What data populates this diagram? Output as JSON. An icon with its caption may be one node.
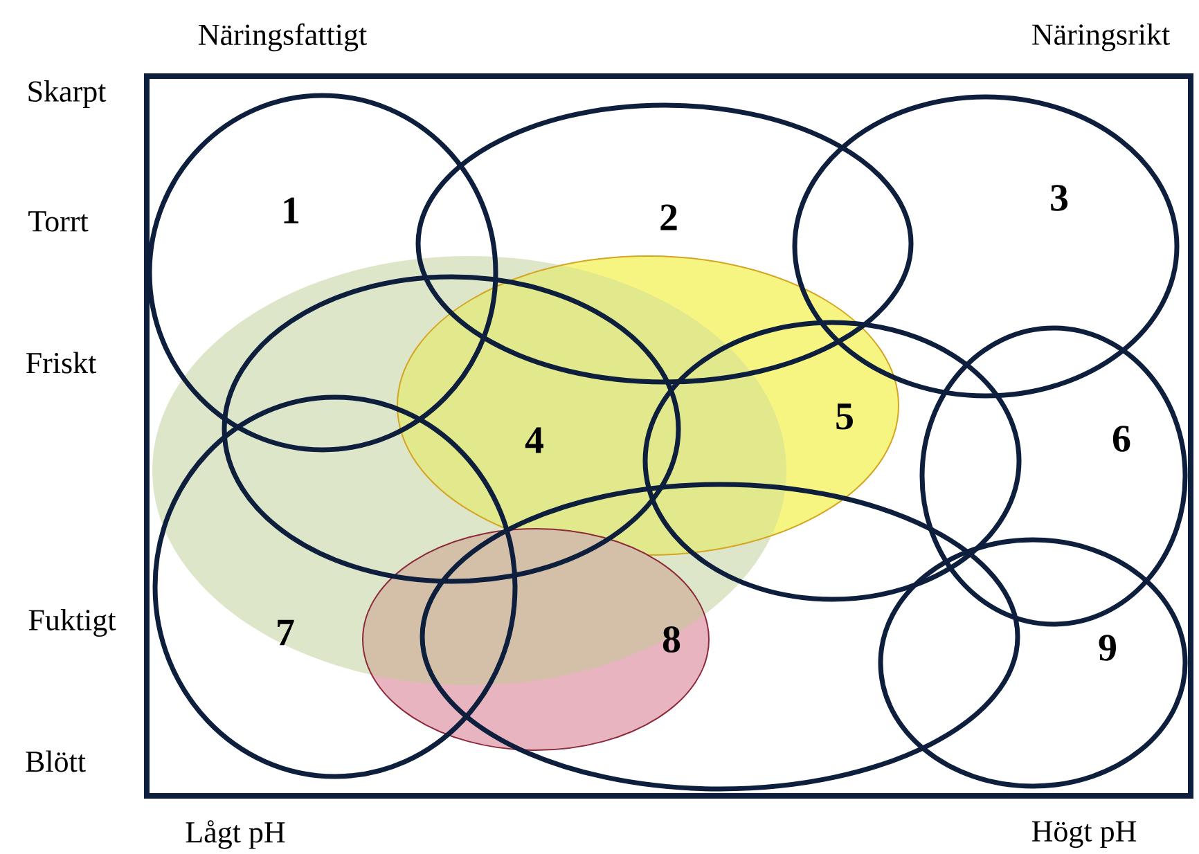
{
  "diagram": {
    "nodes": [
      {
        "text": [
          "1"
        ]
      },
      {
        "text": [
          "2"
        ]
      },
      {
        "text": [
          "3"
        ]
      },
      {
        "text": [
          "4"
        ]
      },
      {
        "text": [
          "5"
        ]
      },
      {
        "text": [
          "6"
        ]
      },
      {
        "text": [
          "7"
        ]
      },
      {
        "text": [
          "8"
        ]
      },
      {
        "text": [
          "9"
        ]
      }
    ],
    "labels": [
      "Näringsfattigt",
      "Näringsrikt",
      "Skarpt",
      "Torrt",
      "Friskt",
      "Fuktigt",
      "Blött",
      "Lågt pH",
      "Högt pH"
    ]
  }
}
